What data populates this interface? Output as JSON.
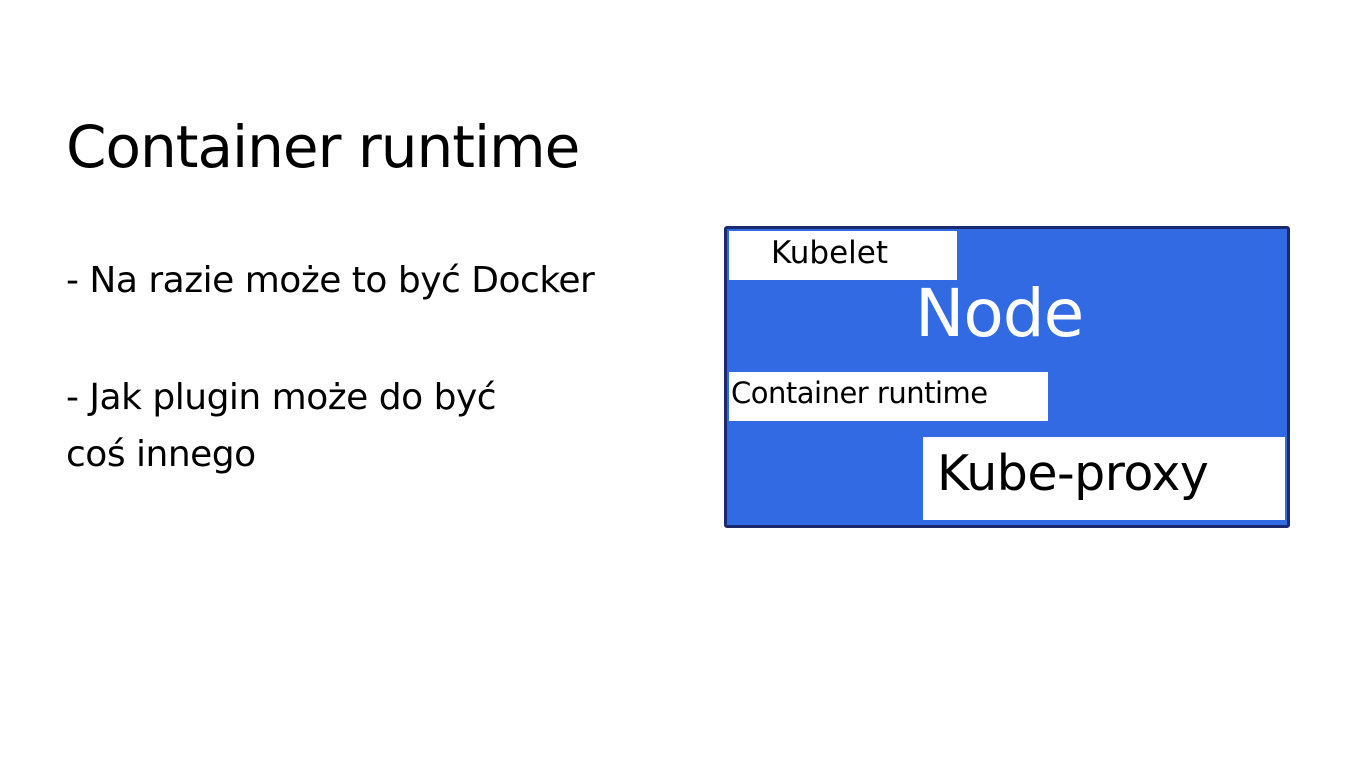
{
  "slide": {
    "title": "Container runtime",
    "bullets": [
      {
        "lines": [
          "- Na razie może to być Docker"
        ]
      },
      {
        "lines": [
          "- Jak plugin może do być",
          "coś innego"
        ]
      }
    ]
  },
  "diagram": {
    "node_label": "Node",
    "components": {
      "kubelet": "Kubelet",
      "container_runtime": "Container runtime",
      "kube_proxy": "Kube-proxy"
    },
    "colors": {
      "node_fill": "#316ae3",
      "node_border": "#1b2a6e",
      "component_fill": "#ffffff"
    }
  }
}
